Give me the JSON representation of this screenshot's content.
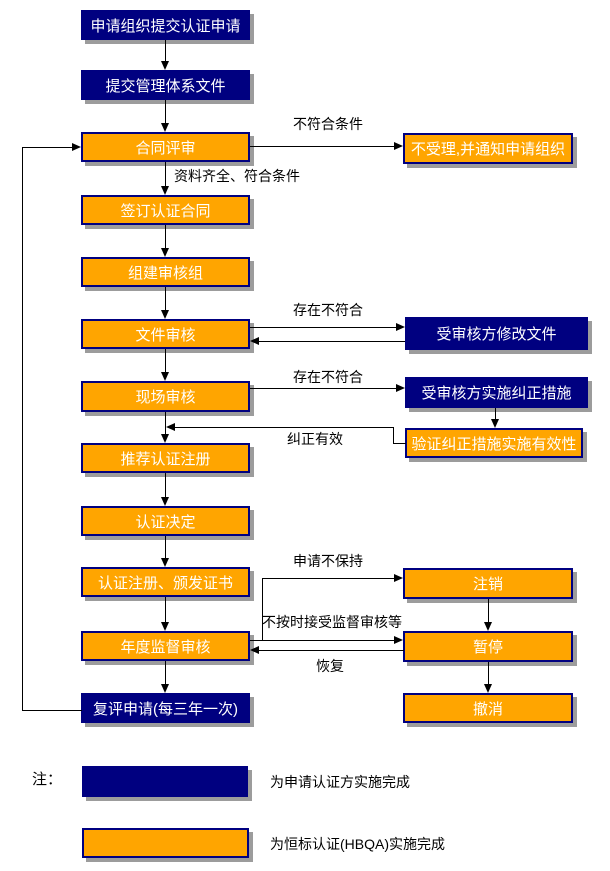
{
  "colors": {
    "navy": "#000080",
    "orange": "#ffa500",
    "shadow": "#9c9c9c",
    "line": "#000000",
    "background": "#ffffff"
  },
  "nodes": {
    "submit_application": "申请组织提交认证申请",
    "submit_documents": "提交管理体系文件",
    "contract_review": "合同评审",
    "sign_contract": "签订认证合同",
    "form_audit_team": "组建审核组",
    "document_audit": "文件审核",
    "site_audit": "现场审核",
    "recommend_registration": "推荐认证注册",
    "certification_decision": "认证决定",
    "register_issue_certificate": "认证注册、颁发证书",
    "annual_supervision_audit": "年度监督审核",
    "reassessment_application": "复评申请(每三年一次)",
    "reject_notify": "不受理,并通知申请组织",
    "auditee_modify_documents": "受审核方修改文件",
    "auditee_corrective_actions": "受审核方实施纠正措施",
    "verify_corrective_actions": "验证纠正措施实施有效性",
    "cancel": "注销",
    "suspend": "暂停",
    "revoke": "撤消"
  },
  "edge_labels": {
    "not_qualified": "不符合条件",
    "qualified": "资料齐全、符合条件",
    "nonconformity_doc": "存在不符合",
    "nonconformity_site": "存在不符合",
    "correction_effective": "纠正有效",
    "not_maintain": "申请不保持",
    "not_accept_supervision": "不按时接受监督审核等",
    "resume": "恢复"
  },
  "legend": {
    "note_label": "注：",
    "applicant_label": "为申请认证方实施完成",
    "hbqa_label": "为恒标认证(HBQA)实施完成"
  }
}
